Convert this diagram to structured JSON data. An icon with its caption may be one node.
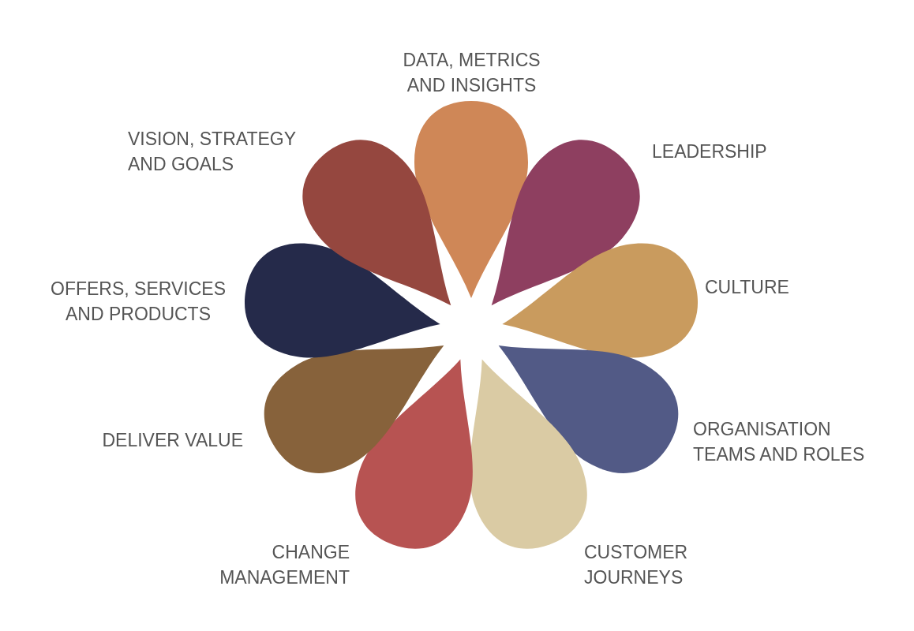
{
  "diagram": {
    "nodes": [
      {
        "text": [],
        "shape": "drop",
        "beside": [
          "DATA, METRICS AND INSIGHTS"
        ]
      },
      {
        "text": [],
        "shape": "drop",
        "beside": [
          "LEADERSHIP"
        ]
      },
      {
        "text": [],
        "shape": "drop",
        "beside": [
          "CULTURE"
        ]
      },
      {
        "text": [],
        "shape": "drop",
        "beside": [
          "ORGANISATION TEAMS AND ROLES"
        ]
      },
      {
        "text": [],
        "shape": "drop",
        "beside": [
          "CUSTOMER JOURNEYS"
        ]
      },
      {
        "text": [],
        "shape": "drop",
        "beside": [
          "CHANGE MANAGEMENT"
        ]
      },
      {
        "text": [],
        "shape": "drop",
        "beside": [
          "DELIVER VALUE"
        ]
      },
      {
        "text": [],
        "shape": "drop",
        "beside": [
          "OFFERS, SERVICES AND PRODUCTS"
        ]
      },
      {
        "text": [],
        "shape": "drop",
        "beside": [
          "VISION, STRATEGY AND GOALS"
        ]
      }
    ]
  }
}
